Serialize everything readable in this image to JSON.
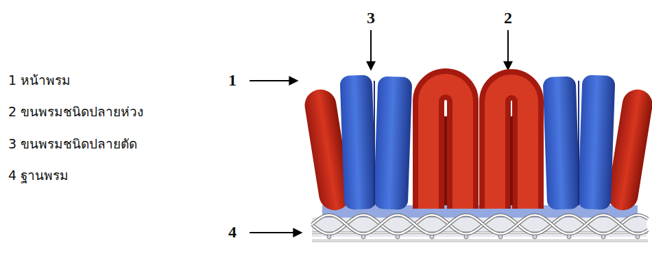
{
  "diagram": {
    "labels": [
      "1 หน้าพรม",
      "2 ขนพรมชนิดปลายห่วง",
      "3 ขนพรมชนิดปลายตัด",
      "4 ฐานพรม",
      "3",
      "2",
      "1",
      "4"
    ]
  }
}
